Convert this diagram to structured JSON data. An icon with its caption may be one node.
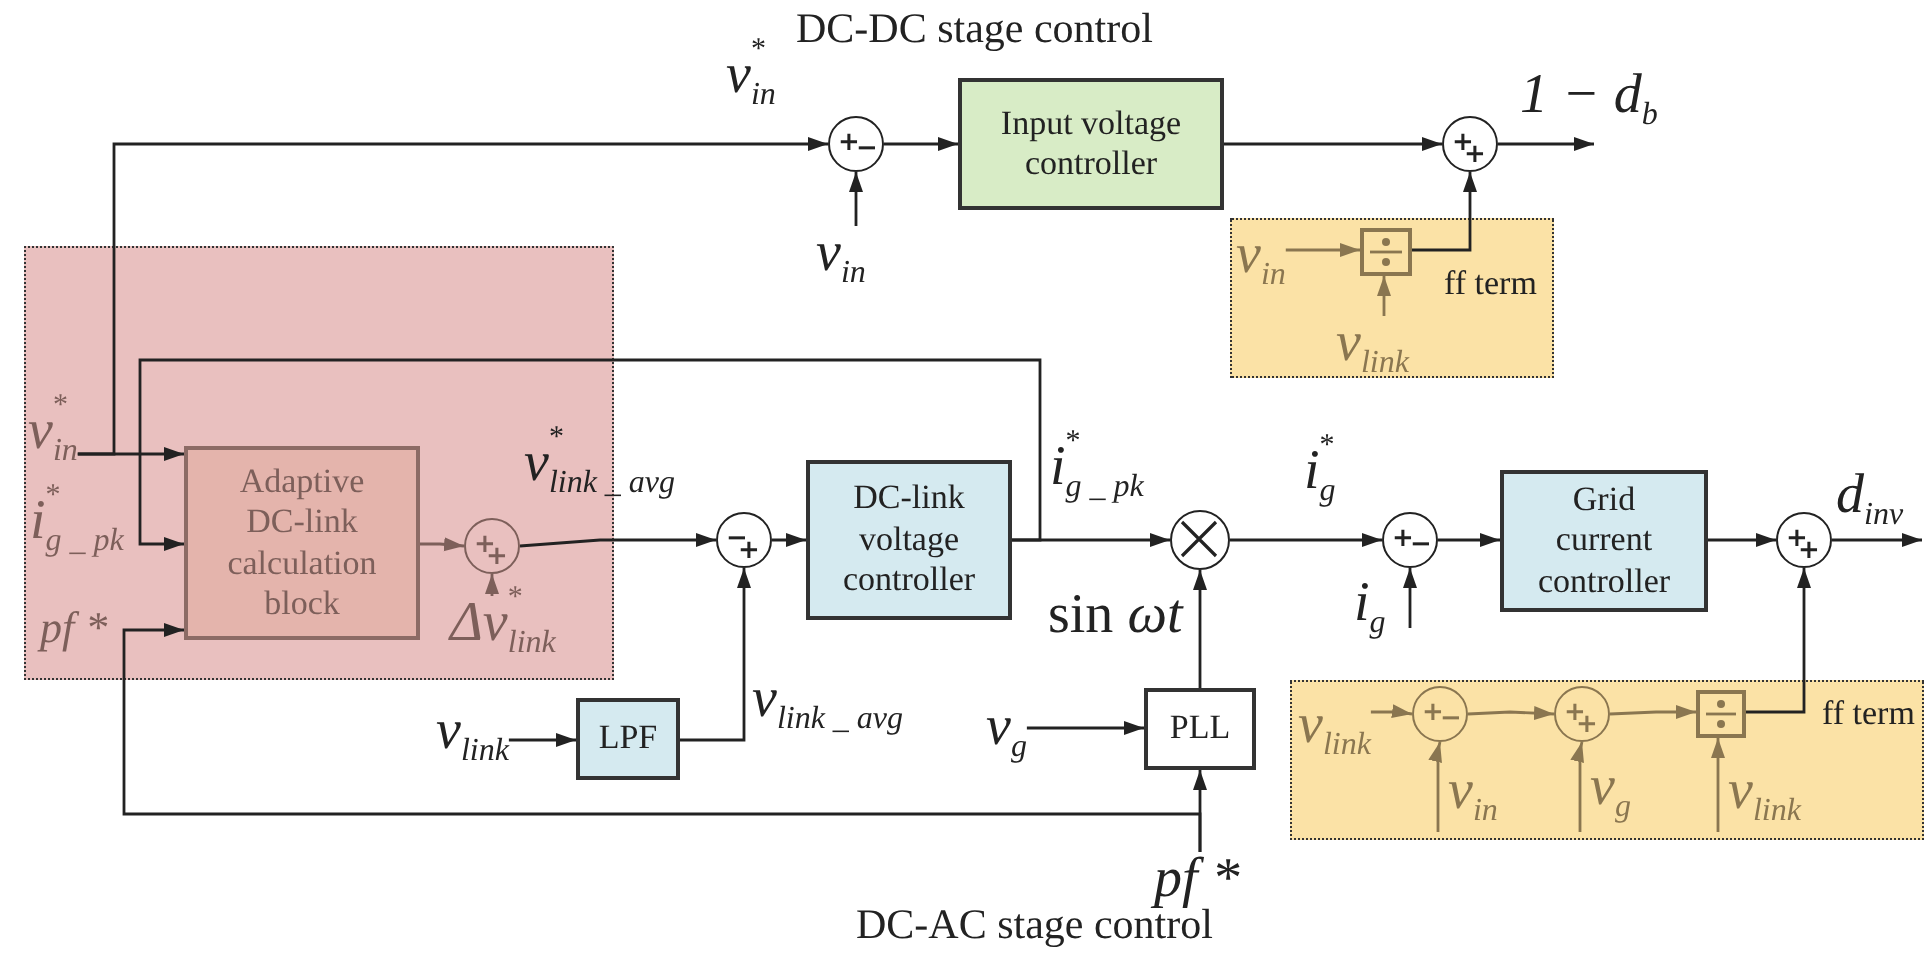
{
  "diagram": {
    "nodes": [
      {
        "text": [],
        "shape": "box"
      },
      {
        "text": [
          "v$^{*}$$_{in}$"
        ],
        "in": 0
      },
      {
        "text": [
          "Adaptive DC-link calculation block"
        ],
        "in": 0
      },
      {
        "text": [
          "+",
          "+"
        ],
        "in": 0
      },
      {
        "text": [
          "Δv$^{*}$$_{link}$"
        ],
        "in": 0
      },
      {
        "text": [
          "+",
          "−"
        ]
      },
      {
        "text": [
          "v$_{in}$"
        ]
      },
      {
        "text": [
          "Input voltage controller"
        ]
      },
      {
        "text": [
          "+",
          "+"
        ]
      },
      {
        "text": [
          "ff term"
        ]
      },
      {
        "text": [
          "v$_{in}$"
        ],
        "in": 9
      },
      {
        "text": [],
        "shape": "box",
        "in": 9
      },
      {
        "text": [
          "v$_{link}$"
        ],
        "in": 9
      },
      {
        "text": [
          "−",
          "+"
        ]
      },
      {
        "text": [
          "v$_{link}$"
        ]
      },
      {
        "text": [
          "LPF"
        ]
      },
      {
        "text": [
          "DC-link voltage controller"
        ]
      },
      {
        "text": [],
        "shape": "circle"
      },
      {
        "text": [
          "v$_{g}$"
        ]
      },
      {
        "text": [
          "PLL"
        ]
      },
      {
        "text": [
          "pf *"
        ]
      },
      {
        "text": [
          "+",
          "−"
        ]
      },
      {
        "text": [
          "Grid current controller"
        ]
      },
      {
        "text": [
          "+",
          "+"
        ]
      },
      {
        "text": [
          "ff term"
        ]
      },
      {
        "text": [
          "v$_{link}$"
        ],
        "in": 24
      },
      {
        "text": [
          "+",
          "−"
        ],
        "in": 24
      },
      {
        "text": [
          "+",
          "+"
        ],
        "in": 24
      },
      {
        "text": [],
        "shape": "box",
        "in": 24
      }
    ],
    "edges": [
      {
        "from": 1,
        "to": 2,
        "arrow": "to"
      },
      {
        "from": 1,
        "to": 5,
        "arrow": "to",
        "label": "v$^{*}$$_{in}$"
      },
      {
        "from": 2,
        "to": 3,
        "arrow": "to",
        "color": "#7d5f5a"
      },
      {
        "from": 4,
        "to": 3,
        "arrow": "to",
        "color": "#7d5f5a"
      },
      {
        "from": 3,
        "to": 13,
        "arrow": "to",
        "label": "v$^{*}$$_{link _ avg}$"
      },
      {
        "from": 14,
        "to": 15,
        "arrow": "to"
      },
      {
        "from": 15,
        "to": 13,
        "arrow": "to",
        "label": "v$_{link _ avg}$"
      },
      {
        "from": 13,
        "to": 16,
        "arrow": "to"
      },
      {
        "from": 16,
        "to": 17,
        "arrow": "to",
        "label": "i$^{*}$$_{g _ pk}$"
      },
      {
        "from": 16,
        "to": 2,
        "arrow": "to"
      },
      {
        "from": 18,
        "to": 19,
        "arrow": "to"
      },
      {
        "from": 20,
        "to": 19,
        "arrow": "to"
      },
      {
        "from": 20,
        "to": 2,
        "arrow": "to"
      },
      {
        "from": 19,
        "to": 17,
        "arrow": "to",
        "label": "sin *ωt*"
      },
      {
        "from": 17,
        "to": 21,
        "arrow": "to",
        "label": "i$^{*}$$_{g}$"
      },
      {
        "from": null,
        "to": 21,
        "arrow": "to",
        "label": "i$_{g}$"
      },
      {
        "from": 21,
        "to": 22,
        "arrow": "to"
      },
      {
        "from": 22,
        "to": 23,
        "arrow": "to"
      },
      {
        "from": 23,
        "to": null,
        "arrow": "to",
        "label": "d$_{inv}$"
      },
      {
        "from": 6,
        "to": 5,
        "arrow": "to"
      },
      {
        "from": 5,
        "to": 7,
        "arrow": "to"
      },
      {
        "from": 7,
        "to": 8,
        "arrow": "to"
      },
      {
        "from": 8,
        "to": null,
        "arrow": "to",
        "label": "1 − d$_{b}$"
      },
      {
        "from": 10,
        "to": 11,
        "arrow": "to",
        "color": "#8a7650"
      },
      {
        "from": 12,
        "to": 11,
        "arrow": "to",
        "color": "#8a7650"
      },
      {
        "from": 11,
        "to": 8,
        "arrow": "to"
      },
      {
        "from": 25,
        "to": 26,
        "arrow": "to",
        "color": "#8a7650"
      },
      {
        "from": null,
        "to": 26,
        "arrow": "to",
        "label": "v$_{in}$",
        "color": "#8a7650"
      },
      {
        "from": 26,
        "to": 27,
        "arrow": "to",
        "color": "#8a7650"
      },
      {
        "from": null,
        "to": 27,
        "arrow": "to",
        "label": "v$_{g}$",
        "color": "#8a7650"
      },
      {
        "from": 27,
        "to": 28,
        "arrow": "to",
        "color": "#8a7650"
      },
      {
        "from": null,
        "to": 28,
        "arrow": "to",
        "label": "v$_{link}$",
        "color": "#8a7650"
      },
      {
        "from": 28,
        "to": 23,
        "arrow": "to"
      }
    ],
    "labels": [
      "DC-DC stage control",
      "i$^{*}$$_{g _ pk}$",
      "pf *",
      "DC-AC stage control"
    ]
  }
}
